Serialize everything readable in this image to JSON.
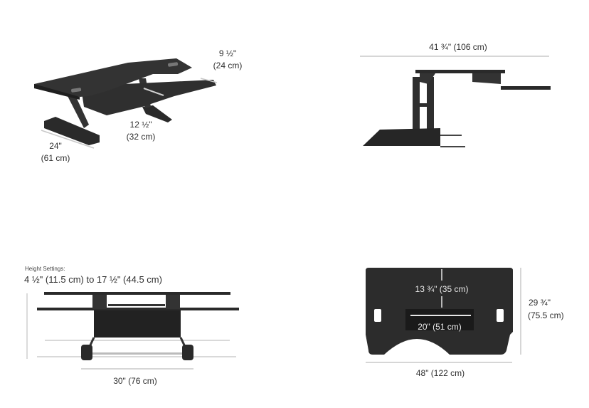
{
  "diagram": {
    "type": "product-dimension-diagram",
    "colors": {
      "desk": "#2f2f2f",
      "desk_dark": "#1f1f1f",
      "dimension_line": "#bdbdbd",
      "text": "#2e2e2e",
      "ghost": "#d9d9d9"
    },
    "views": [
      {
        "id": "isometric",
        "labels": {
          "depth_top": "9 ½\"",
          "depth_top_metric": "(24 cm)",
          "keyboard_depth": "12 ½\"",
          "keyboard_depth_metric": "(32 cm)",
          "base_depth": "24\"",
          "base_depth_metric": "(61 cm)"
        }
      },
      {
        "id": "side",
        "labels": {
          "overall_depth": "41 ¾\" (106 cm)"
        }
      },
      {
        "id": "front",
        "labels": {
          "height_title": "Height Settings:",
          "height_range": "4 ½\" (11.5 cm) to 17 ½\" (44.5 cm)",
          "base_width": "30\" (76 cm)"
        }
      },
      {
        "id": "top",
        "labels": {
          "inner_depth": "13 ¾\" (35 cm)",
          "cutout_width": "20\" (51 cm)",
          "overall_depth": "29 ¾\"",
          "overall_depth_metric": "(75.5 cm)",
          "overall_width": "48\" (122 cm)"
        }
      }
    ]
  }
}
